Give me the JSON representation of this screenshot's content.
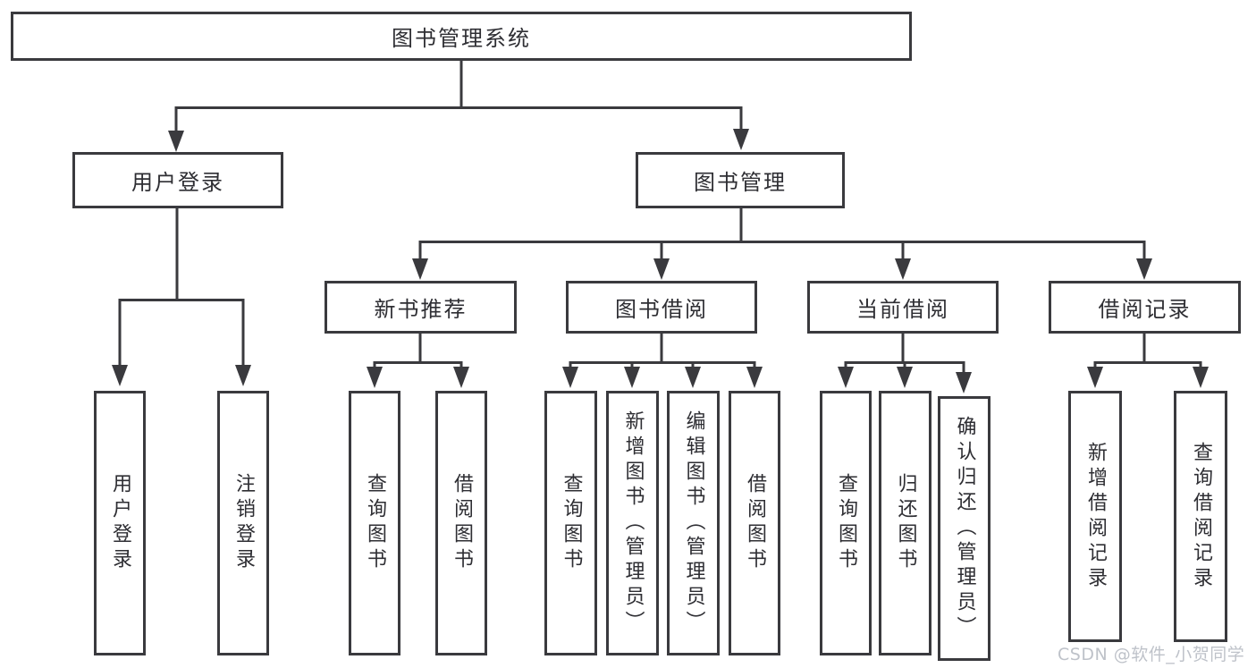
{
  "nodes": {
    "root": "图书管理系统",
    "l2": [
      "用户登录",
      "图书管理"
    ],
    "l3": [
      "新书推荐",
      "图书借阅",
      "当前借阅",
      "借阅记录"
    ],
    "login_leaves": [
      "用户登录",
      "注销登录"
    ],
    "recommend_leaves": [
      "查询图书",
      "借阅图书"
    ],
    "borrow_leaves": [
      "查询图书",
      "新增图书（管理员）",
      "编辑图书（管理员）",
      "借阅图书"
    ],
    "current_leaves": [
      "查询图书",
      "归还图书",
      "确认归还（管理员）"
    ],
    "record_leaves": [
      "新增借阅记录",
      "查询借阅记录"
    ]
  },
  "watermark": "CSDN @软件_小贺同学",
  "colors": {
    "line": "#3a3a3e",
    "text": "#2e2e33",
    "watermark": "#b9bdc5",
    "background": "#ffffff"
  }
}
